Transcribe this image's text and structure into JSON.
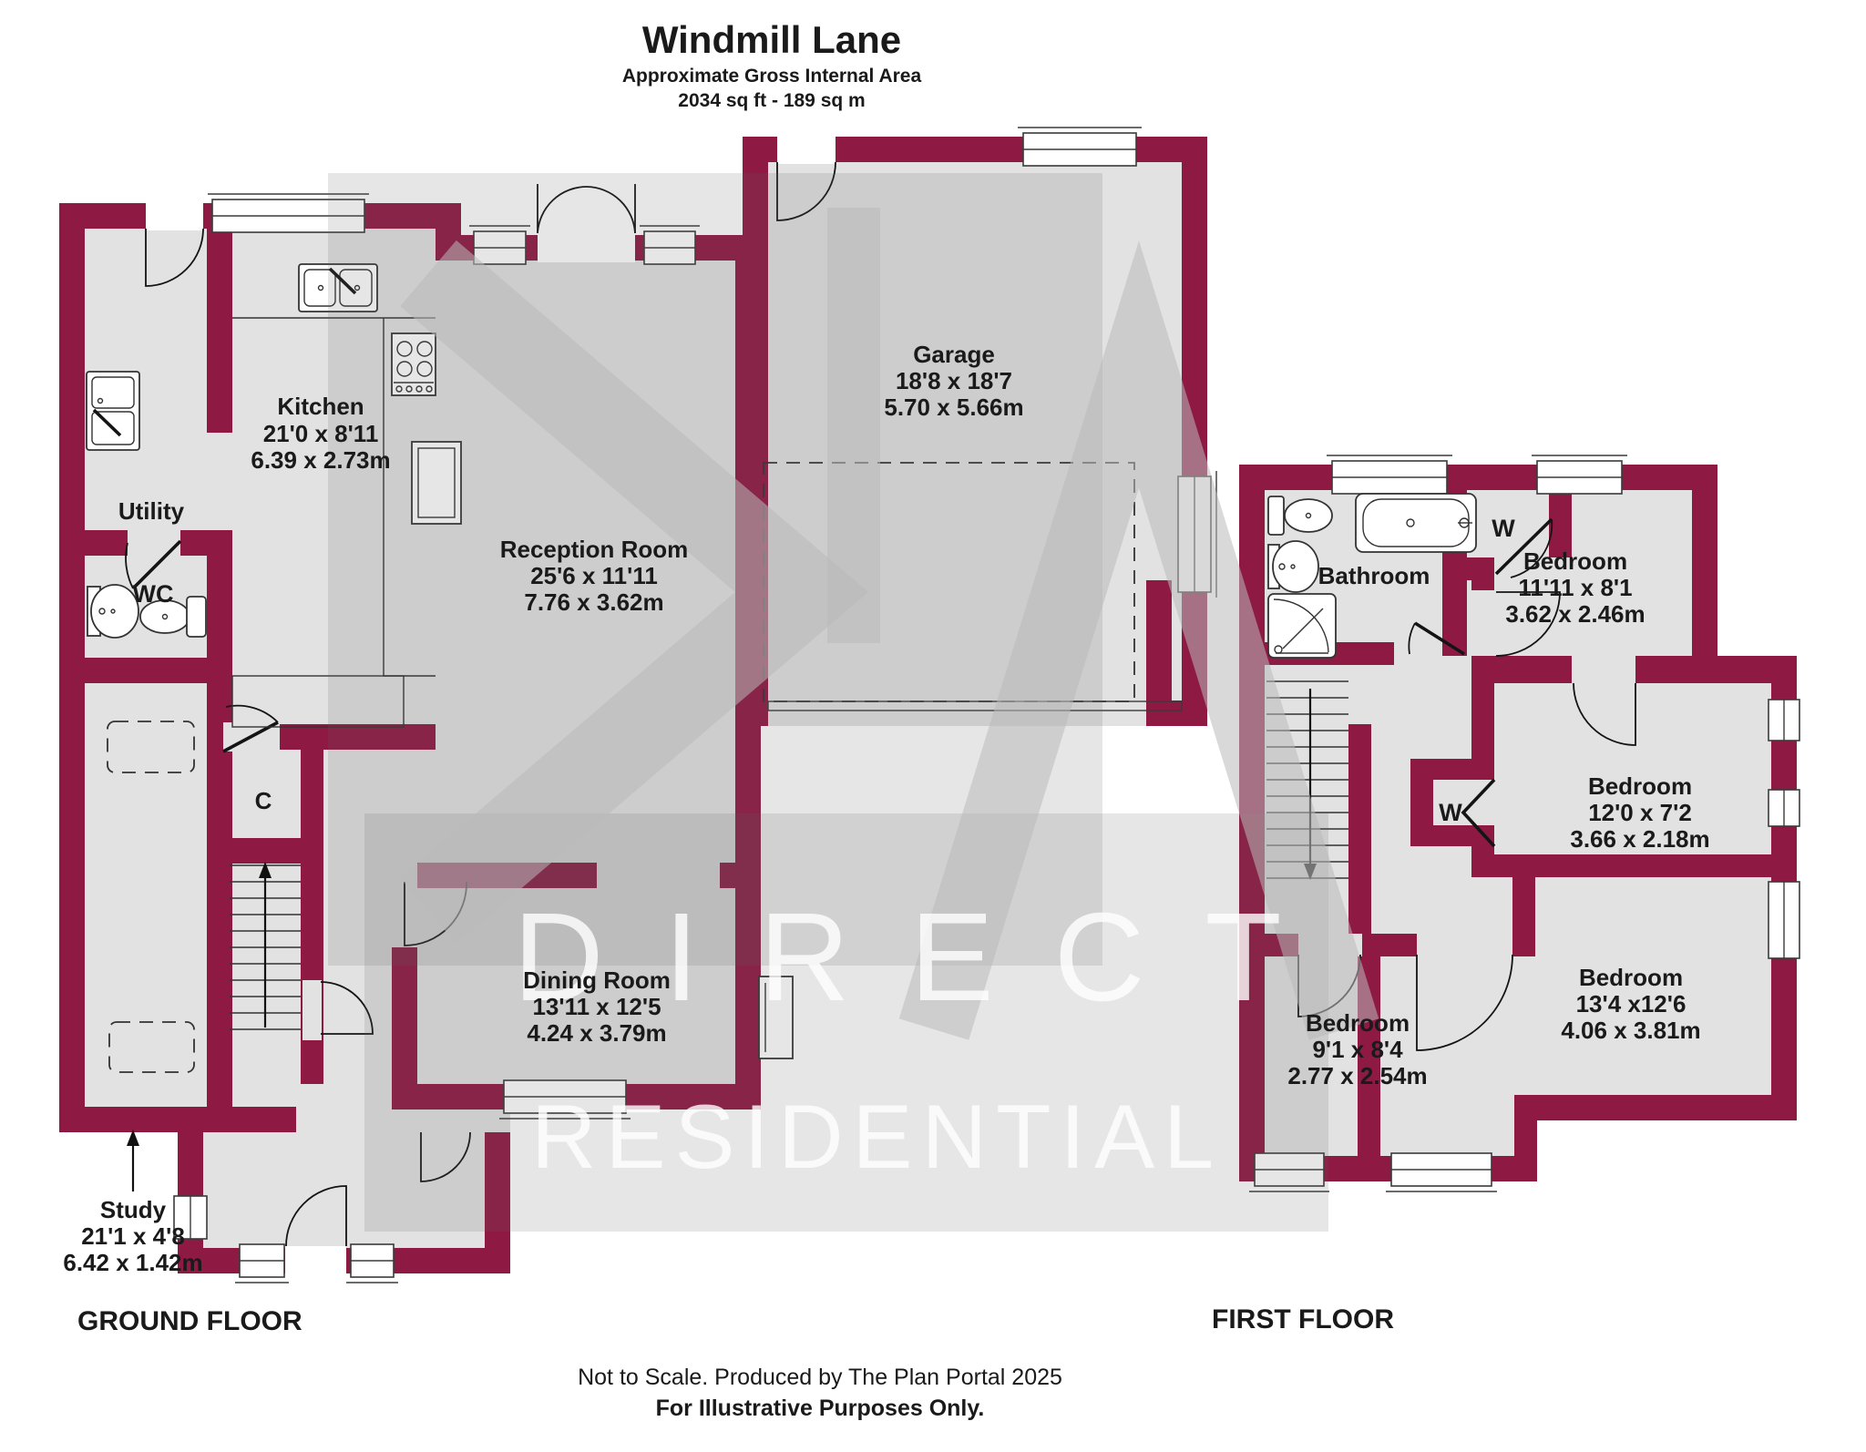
{
  "title": {
    "name": "Windmill Lane",
    "subtitle": "Approximate Gross Internal Area",
    "area": "2034 sq ft - 189 sq m"
  },
  "watermark": {
    "line1": "DIRECT",
    "line2": "RESIDENTIAL"
  },
  "ground_floor": {
    "label": "GROUND FLOOR",
    "rooms": {
      "kitchen": {
        "name": "Kitchen",
        "imperial": "21'0 x 8'11",
        "metric": "6.39 x 2.73m"
      },
      "utility": {
        "name": "Utility"
      },
      "wc": {
        "name": "WC"
      },
      "cupboard": {
        "name": "C"
      },
      "reception": {
        "name": "Reception Room",
        "imperial": "25'6 x 11'11",
        "metric": "7.76 x 3.62m"
      },
      "dining": {
        "name": "Dining Room",
        "imperial": "13'11 x 12'5",
        "metric": "4.24 x 3.79m"
      },
      "study": {
        "name": "Study",
        "imperial": "21'1 x 4'8",
        "metric": "6.42 x 1.42m"
      },
      "garage": {
        "name": "Garage",
        "imperial": "18'8 x 18'7",
        "metric": "5.70 x 5.66m"
      }
    }
  },
  "first_floor": {
    "label": "FIRST FLOOR",
    "rooms": {
      "bathroom": {
        "name": "Bathroom"
      },
      "wardrobe_top": {
        "name": "W"
      },
      "wardrobe_mid": {
        "name": "W"
      },
      "bedroom1": {
        "name": "Bedroom",
        "imperial": "11'11 x 8'1",
        "metric": "3.62 x 2.46m"
      },
      "bedroom2": {
        "name": "Bedroom",
        "imperial": "12'0 x 7'2",
        "metric": "3.66 x 2.18m"
      },
      "bedroom3": {
        "name": "Bedroom",
        "imperial": "13'4 x12'6",
        "metric": "4.06 x 3.81m"
      },
      "bedroom4": {
        "name": "Bedroom",
        "imperial": "9'1 x 8'4",
        "metric": "2.77 x 2.54m"
      }
    }
  },
  "footer": {
    "line1": "Not to Scale. Produced by The Plan Portal 2025",
    "line2": "For Illustrative Purposes Only."
  },
  "colors": {
    "wall": "#8E1943",
    "room_fill": "#E2E2E2",
    "annotation": "#1a1a1a"
  }
}
